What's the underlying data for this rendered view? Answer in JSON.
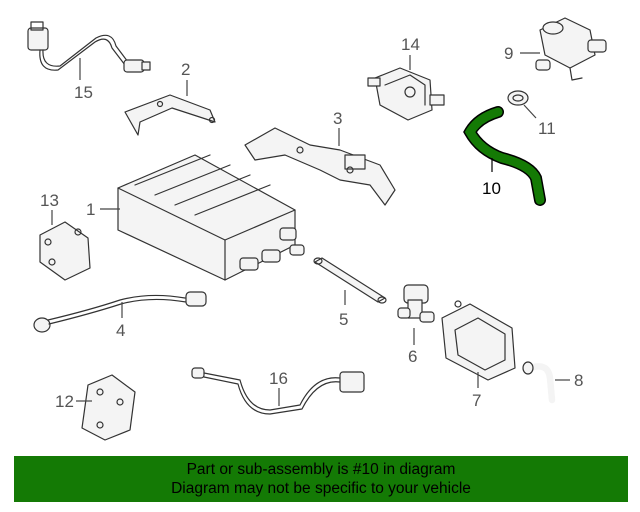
{
  "banner": {
    "line1": "Part or sub-assembly is #10 in diagram",
    "line2": "Diagram may not be specific to your vehicle",
    "color": "#147a05"
  },
  "highlight_color": "#147a05",
  "callouts": {
    "c1": "1",
    "c2": "2",
    "c3": "3",
    "c4": "4",
    "c5": "5",
    "c6": "6",
    "c7": "7",
    "c8": "8",
    "c9": "9",
    "c10": "10",
    "c11": "11",
    "c12": "12",
    "c13": "13",
    "c14": "14",
    "c15": "15",
    "c16": "16"
  }
}
